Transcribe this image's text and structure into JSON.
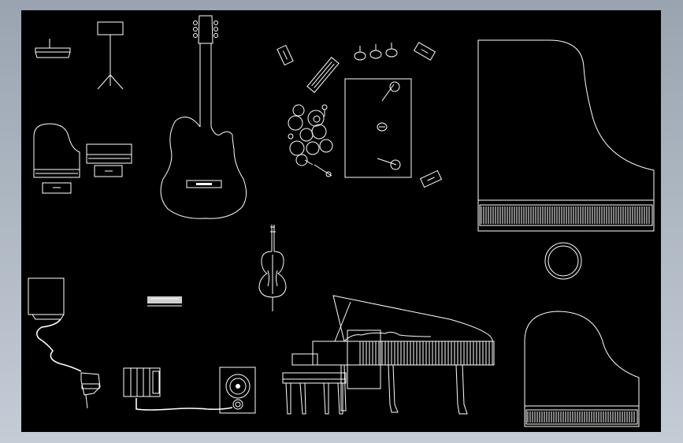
{
  "drawing": {
    "background": "#000000",
    "line_color": "#ffffff",
    "frame_color": "#a9b2bd"
  },
  "symbols": [
    {
      "name": "music-stand",
      "icon": "music-stand-icon"
    },
    {
      "name": "acoustic-guitar",
      "icon": "guitar-icon"
    },
    {
      "name": "drum-kit",
      "icon": "drum-kit-icon"
    },
    {
      "name": "grand-piano-top-view",
      "icon": "grand-piano-icon"
    },
    {
      "name": "cello",
      "icon": "cello-icon"
    },
    {
      "name": "grand-piano-side-view",
      "icon": "grand-piano-side-icon"
    },
    {
      "name": "speaker",
      "icon": "speaker-icon"
    },
    {
      "name": "accordion",
      "icon": "accordion-icon"
    }
  ]
}
